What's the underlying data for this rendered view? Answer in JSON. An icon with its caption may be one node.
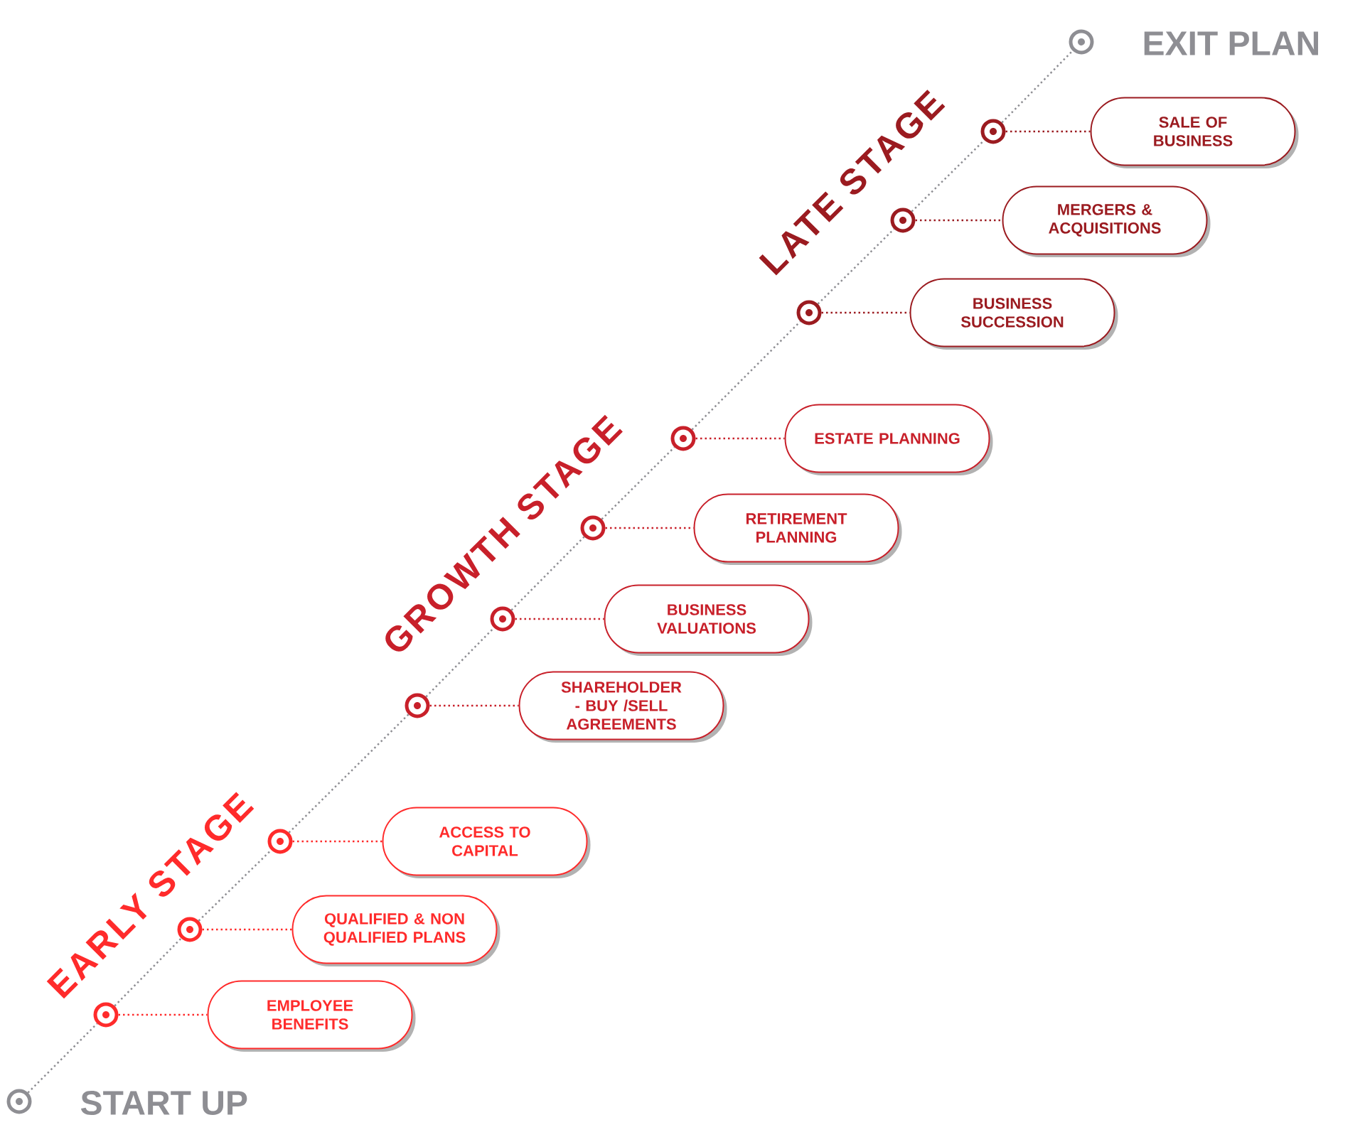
{
  "diagram": {
    "nodes": [
      {
        "text": [],
        "shape": "circle",
        "beside": [
          "EXIT PLAN"
        ]
      },
      {
        "text": [],
        "shape": "circle"
      },
      {
        "text": [
          "SALE OF BUSINESS"
        ]
      },
      {
        "text": [],
        "shape": "circle"
      },
      {
        "text": [
          "MERGERS & ACQUISITIONS"
        ]
      },
      {
        "text": [],
        "shape": "circle"
      },
      {
        "text": [
          "BUSINESS SUCCESSION"
        ]
      },
      {
        "text": [],
        "shape": "circle"
      },
      {
        "text": [
          "ESTATE PLANNING"
        ]
      },
      {
        "text": [],
        "shape": "circle"
      },
      {
        "text": [
          "RETIREMENT PLANNING"
        ]
      },
      {
        "text": [],
        "shape": "circle"
      },
      {
        "text": [
          "BUSINESS VALUATIONS"
        ]
      },
      {
        "text": [],
        "shape": "circle"
      },
      {
        "text": [
          "SHAREHOLDER - BUY /SELL AGREEMENTS"
        ]
      },
      {
        "text": [],
        "shape": "circle"
      },
      {
        "text": [
          "ACCESS TO CAPITAL"
        ]
      },
      {
        "text": [],
        "shape": "circle"
      },
      {
        "text": [
          "QUALIFIED & NON QUALIFIED PLANS"
        ]
      },
      {
        "text": [],
        "shape": "circle"
      },
      {
        "text": [
          "EMPLOYEE BENEFITS"
        ]
      },
      {
        "text": [],
        "shape": "circle",
        "beside": [
          "START UP"
        ]
      }
    ],
    "edges": [
      {
        "from": 21,
        "to": 19,
        "arrow": "none"
      },
      {
        "from": 19,
        "to": 17,
        "arrow": "none"
      },
      {
        "from": 17,
        "to": 15,
        "arrow": "none"
      },
      {
        "from": 15,
        "to": 13,
        "arrow": "none"
      },
      {
        "from": 13,
        "to": 11,
        "arrow": "none"
      },
      {
        "from": 11,
        "to": 9,
        "arrow": "none"
      },
      {
        "from": 9,
        "to": 7,
        "arrow": "none"
      },
      {
        "from": 7,
        "to": 5,
        "arrow": "none"
      },
      {
        "from": 5,
        "to": 3,
        "arrow": "none"
      },
      {
        "from": 3,
        "to": 1,
        "arrow": "none"
      },
      {
        "from": 1,
        "to": 0,
        "arrow": "none"
      },
      {
        "from": 1,
        "to": 2,
        "arrow": "none",
        "color": "#9b1b20"
      },
      {
        "from": 3,
        "to": 4,
        "arrow": "none",
        "color": "#9b1b20"
      },
      {
        "from": 5,
        "to": 6,
        "arrow": "none",
        "color": "#9b1b20"
      },
      {
        "from": 7,
        "to": 8,
        "arrow": "none",
        "color": "#c8202a"
      },
      {
        "from": 9,
        "to": 10,
        "arrow": "none",
        "color": "#c8202a"
      },
      {
        "from": 11,
        "to": 12,
        "arrow": "none",
        "color": "#c8202a"
      },
      {
        "from": 13,
        "to": 14,
        "arrow": "none",
        "color": "#c8202a"
      },
      {
        "from": 15,
        "to": 16,
        "arrow": "none",
        "color": "#ff2b2b"
      },
      {
        "from": 17,
        "to": 18,
        "arrow": "none",
        "color": "#ff2b2b"
      },
      {
        "from": 19,
        "to": 20,
        "arrow": "none",
        "color": "#ff2b2b"
      }
    ],
    "labels": [
      "LATE STAGE",
      "GROWTH STAGE",
      "EARLY STAGE"
    ]
  }
}
